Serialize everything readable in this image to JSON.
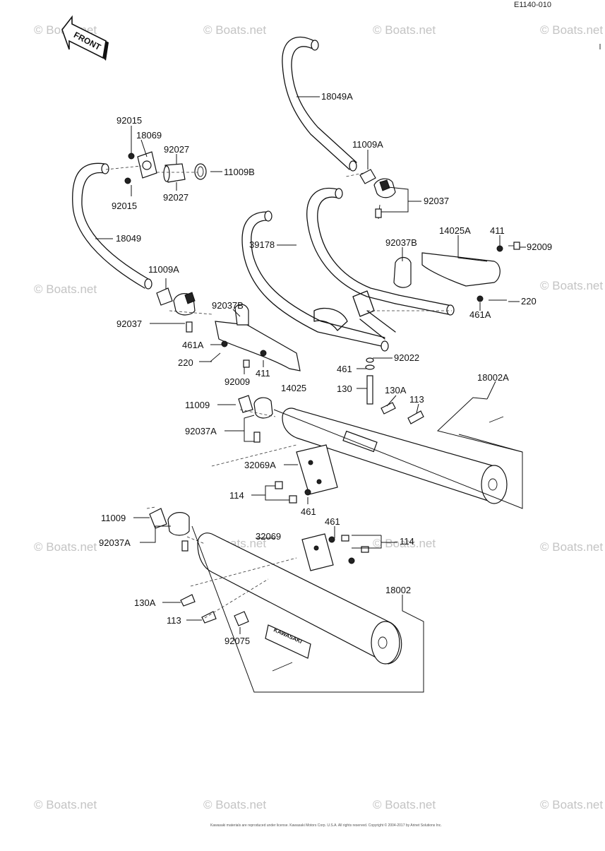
{
  "diagram_code": "E1140-010",
  "front_label": "FRONT",
  "watermark": "© Boats.net",
  "badge_text": "KAWASAKI",
  "footer_text": "Kawasaki materials are reproduced under license. Kawasaki Motors Corp. U.S.A. All rights reserved. Copyright © 2004-2017 by Arinet Solutions Inc.",
  "labels": {
    "p18049A": "18049A",
    "p11009A_top": "11009A",
    "p92037_top": "92037",
    "p14025A": "14025A",
    "p411_top": "411",
    "p92009_top": "92009",
    "p92037B_right": "92037B",
    "p461A_right": "461A",
    "p220_right": "220",
    "p92015_top": "92015",
    "p18069": "18069",
    "p92027_top": "92027",
    "p11009B": "11009B",
    "p92015_bot": "92015",
    "p92027_bot": "92027",
    "p18049": "18049",
    "p39178": "39178",
    "p11009A_left": "11009A",
    "p92037B_left": "92037B",
    "p92037_left": "92037",
    "p461A_left": "461A",
    "p220_left": "220",
    "p411_left": "411",
    "p92009_left": "92009",
    "p14025": "14025",
    "p92022": "92022",
    "p461_mid": "461",
    "p130": "130",
    "p130A_right": "130A",
    "p113_right": "113",
    "p18002A": "18002A",
    "p11009_mid": "11009",
    "p92037A_mid": "92037A",
    "p32069A": "32069A",
    "p114_left": "114",
    "p461_low": "461",
    "p11009_low": "11009",
    "p92037A_low": "92037A",
    "p32069": "32069",
    "p461_right": "461",
    "p114_right": "114",
    "p18002": "18002",
    "p130A_left": "130A",
    "p113_left": "113",
    "p92075": "92075"
  }
}
